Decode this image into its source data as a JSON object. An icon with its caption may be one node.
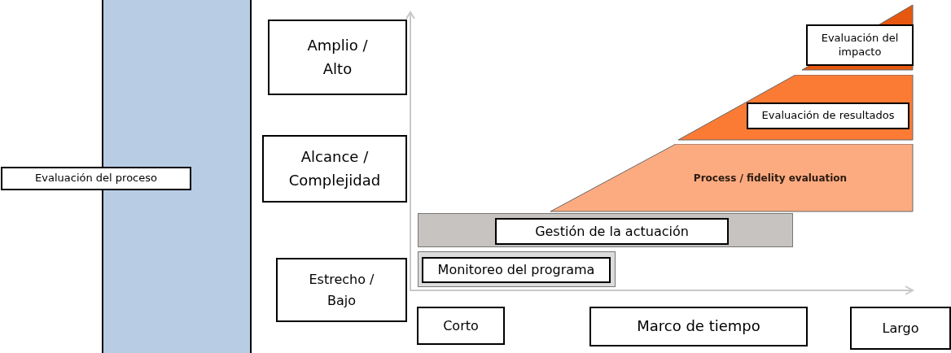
{
  "diagram": {
    "nodes": [
      {
        "text": [
          "Evaluación del proceso"
        ]
      },
      {
        "text": [
          "Amplio / Alto"
        ]
      },
      {
        "text": [
          "Alcance / Complejidad"
        ]
      },
      {
        "text": [
          "Estrecho / Bajo"
        ]
      },
      {
        "text": [
          "Monitoreo del programa"
        ]
      },
      {
        "text": [
          "Gestión de la actuación"
        ]
      },
      {
        "text": [
          "Process / fidelity evaluation"
        ]
      },
      {
        "text": [
          "Evaluación de resultados"
        ]
      },
      {
        "text": [
          "Evaluación del impacto"
        ]
      },
      {
        "text": [
          "Corto"
        ]
      },
      {
        "text": [
          "Marco de tiempo"
        ]
      },
      {
        "text": [
          "Largo"
        ]
      }
    ],
    "edges": []
  }
}
